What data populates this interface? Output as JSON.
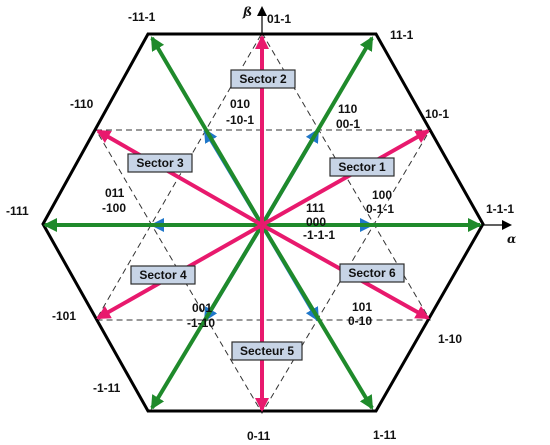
{
  "colors": {
    "green": "#1f8a2b",
    "pink": "#e8196d",
    "blue": "#1f77c9",
    "hexagon": "#000000",
    "dashed": "#333333",
    "sector_fill": "#c7d4e6"
  },
  "axes": {
    "alpha": "α",
    "beta": "ß"
  },
  "vertex_labels": {
    "v_right": "1-1-1",
    "v_left": "-111",
    "v_top_left": "-11-1",
    "v_top_right": "11-1",
    "v_bottom_left": "-1-11",
    "v_bottom_right": "1-11",
    "top": "01-1",
    "bottom": "0-11",
    "upper_right": "10-1",
    "upper_left": "-110",
    "lower_left": "-101",
    "lower_right": "1-10"
  },
  "inner_labels": {
    "top_right_a": "110",
    "top_right_b": "00-1",
    "top_left_a": "010",
    "top_left_b": "-10-1",
    "right_a": "100",
    "right_b": "0-1-1",
    "left_a": "011",
    "left_b": "-100",
    "center_a": "111",
    "center_b": "000",
    "center_c": "-1-1-1",
    "bottom_left_a": "001",
    "bottom_left_b": "-1-10",
    "bottom_right_a": "101",
    "bottom_right_b": "0-10"
  },
  "sectors": {
    "s1": "Sector 1",
    "s2": "Sector 2",
    "s3": "Sector 3",
    "s4": "Sector 4",
    "s5": "Secteur 5",
    "s6": "Sector 6"
  }
}
